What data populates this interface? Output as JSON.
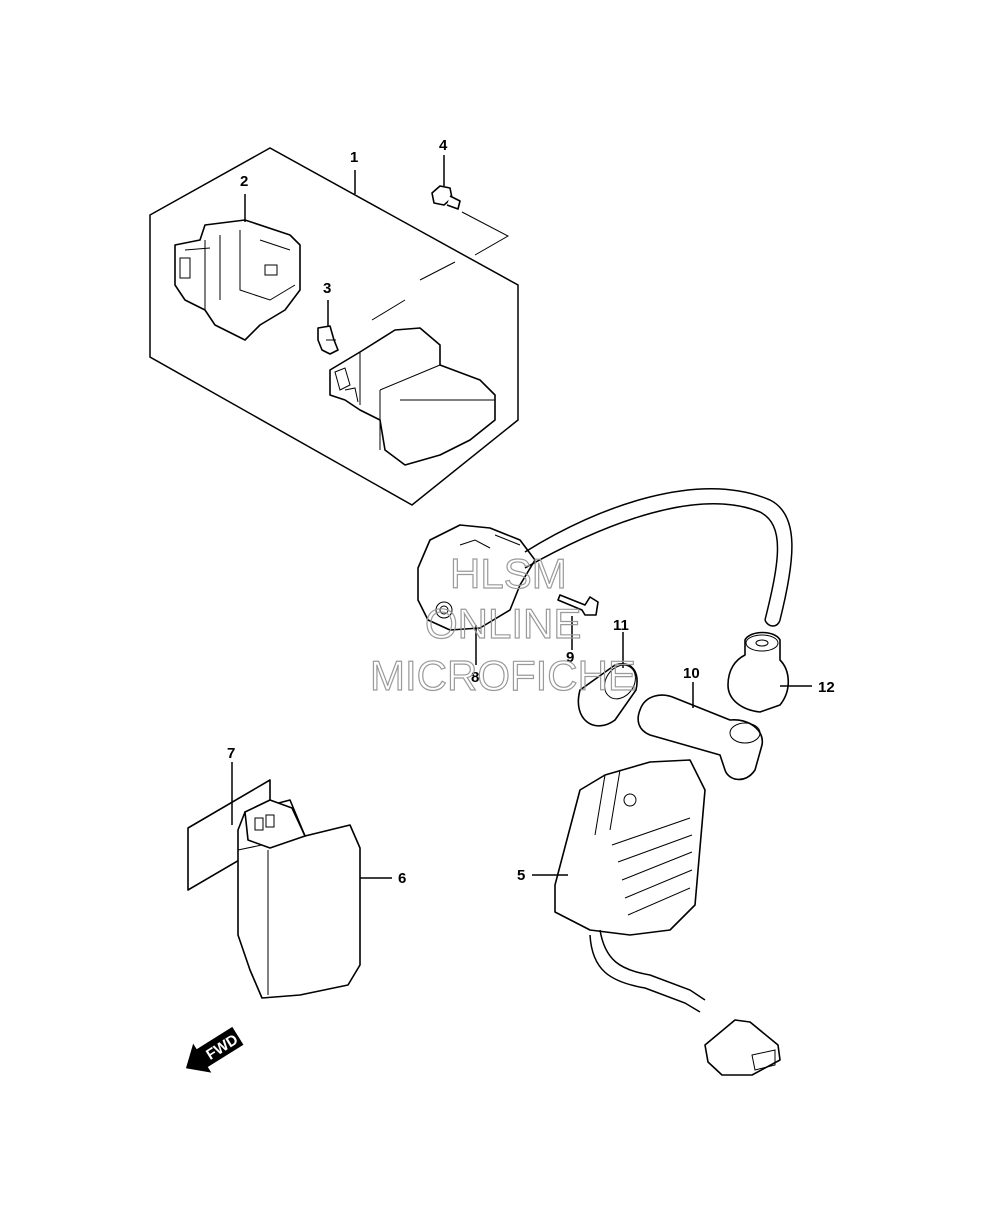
{
  "callouts": {
    "c1": "1",
    "c2": "2",
    "c3": "3",
    "c4": "4",
    "c5": "5",
    "c6": "6",
    "c7": "7",
    "c8": "8",
    "c9": "9",
    "c10": "10",
    "c11": "11",
    "c12": "12"
  },
  "direction_arrow": {
    "label": "FWD"
  },
  "watermark": {
    "line1": "HLSM",
    "line2": "ONLINE",
    "line3": "MICROFICHE"
  }
}
